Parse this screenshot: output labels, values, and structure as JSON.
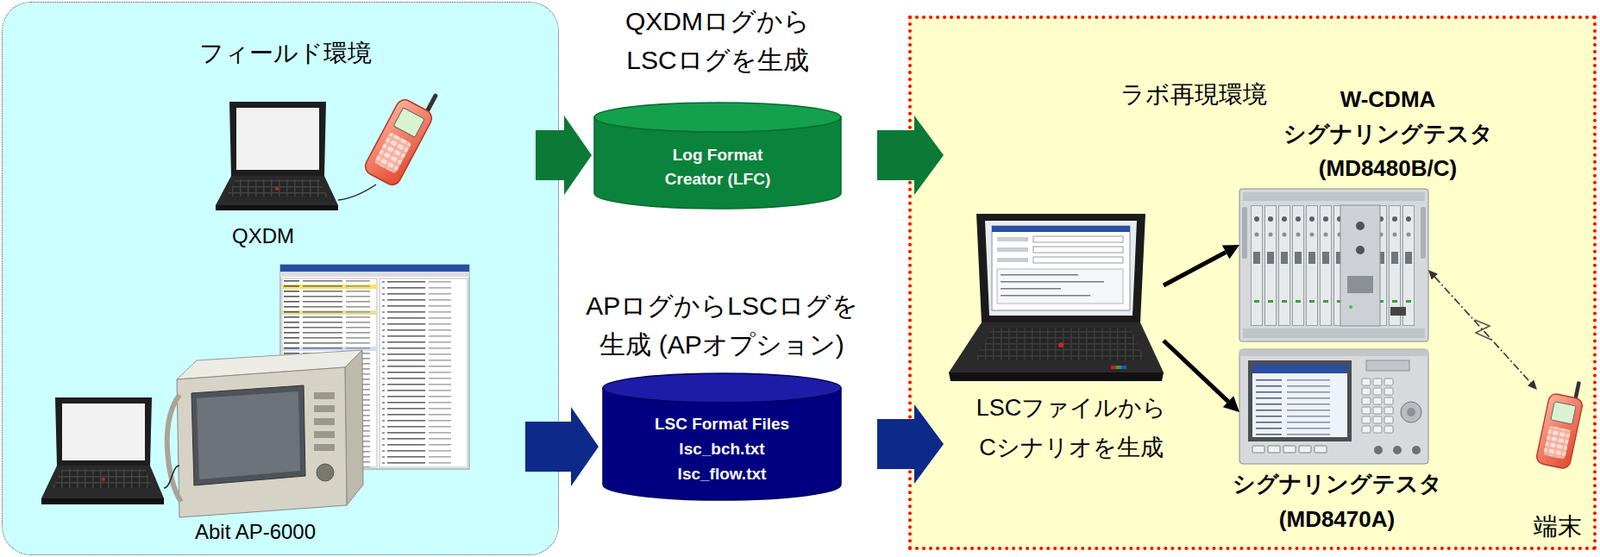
{
  "diagram": {
    "nodes": [
      {
        "text": [
          "フィールド環境"
        ]
      },
      {
        "text": [
          "QXDM"
        ],
        "in": 0
      },
      {
        "text": [
          "Abit AP-6000"
        ],
        "in": 0
      },
      {
        "text": [
          "QXDMログから LSCログを生成",
          "Log Format Creator (LFC)"
        ]
      },
      {
        "text": [
          "APログからLSCログを 生成 (APオプション)",
          "LSC Format Files lsc_bch.txt lsc_flow.txt"
        ]
      },
      {
        "text": [
          "ラボ再現環境"
        ]
      },
      {
        "text": [
          "LSCファイルから Cシナリオを生成"
        ],
        "in": 5
      },
      {
        "text": [
          "W-CDMA シグナリングテスタ (MD8480B/C)"
        ],
        "in": 5
      },
      {
        "text": [
          "シグナリングテスタ (MD8470A)"
        ],
        "in": 5
      },
      {
        "text": [
          "端末"
        ],
        "in": 5
      }
    ],
    "edges": [
      {
        "from": 0,
        "to": 3,
        "arrow": "to"
      },
      {
        "from": 3,
        "to": 5,
        "arrow": "to"
      },
      {
        "from": 0,
        "to": 4,
        "arrow": "to"
      },
      {
        "from": 4,
        "to": 5,
        "arrow": "to"
      },
      {
        "from": 6,
        "to": 7,
        "arrow": "to"
      },
      {
        "from": 6,
        "to": 8,
        "arrow": "to"
      },
      {
        "from": 7,
        "to": 9,
        "arrow": "both"
      }
    ]
  }
}
